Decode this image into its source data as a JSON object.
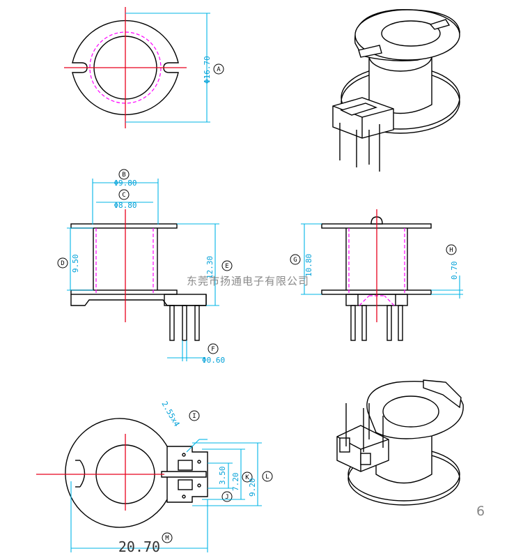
{
  "top_view": {
    "dim_outer": "Φ16.70",
    "label": "A"
  },
  "front_view": {
    "dim_b": "Φ9.80",
    "label_b": "B",
    "dim_c": "Φ8.80",
    "label_c": "C",
    "dim_d": "9.50",
    "label_d": "D",
    "dim_e": "12.30",
    "label_e": "E",
    "dim_f": "Φ0.60",
    "label_f": "F"
  },
  "side_view": {
    "dim_g": "10.80",
    "label_g": "G",
    "dim_h": "0.70",
    "label_h": "H"
  },
  "bottom_view": {
    "dim_i": "2.55x4",
    "label_i": "I",
    "dim_j": "3.50",
    "label_j": "J",
    "dim_k": "7.20",
    "label_k": "K",
    "dim_l": "9.20",
    "label_l": "L",
    "dim_m": "20.70",
    "label_m": "M"
  },
  "watermark": "东莞市扬通电子有限公司",
  "page_number": "6"
}
